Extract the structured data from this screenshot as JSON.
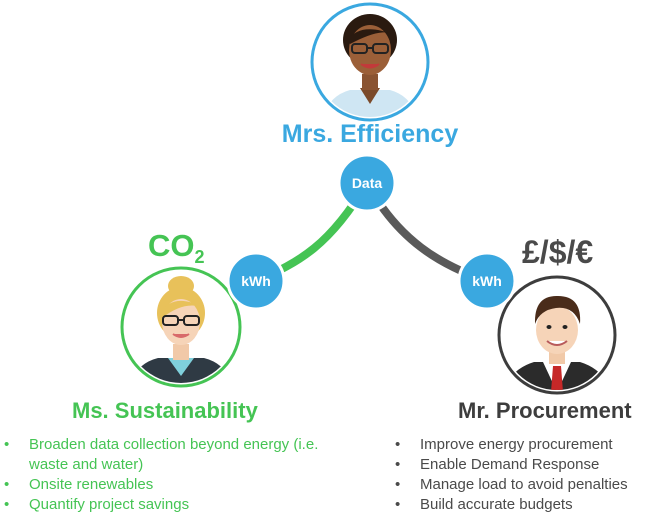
{
  "efficiency": {
    "title": "Mrs. Efficiency"
  },
  "sustainability": {
    "title": "Ms. Sustainability",
    "co2_main": "CO",
    "co2_sub": "2",
    "bullets": [
      "Broaden data collection beyond energy (i.e. waste and water)",
      "Onsite renewables",
      "Quantify project savings"
    ]
  },
  "procurement": {
    "title": "Mr. Procurement",
    "currency": "£/$/€",
    "bullets": [
      "Improve energy procurement",
      "Enable Demand Response",
      "Manage load to avoid penalties",
      "Build accurate budgets"
    ]
  },
  "nodes": {
    "center": "Data",
    "left": "kWh",
    "right": "kWh"
  },
  "colors": {
    "efficiency": "#3aa8e0",
    "sustainability": "#45c454",
    "procurement": "#3d3d3d",
    "node_fill": "#3aa8e0",
    "left_link": "#45c454",
    "right_link": "#5a5a5a"
  }
}
